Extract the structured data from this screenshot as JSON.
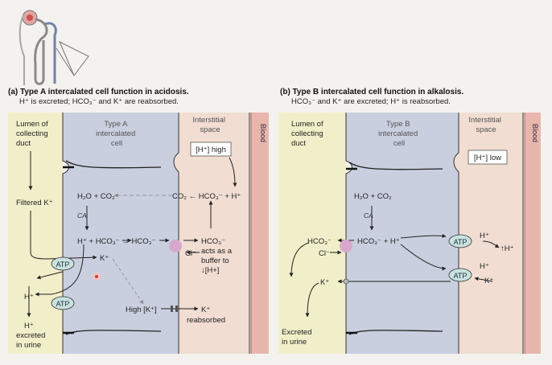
{
  "panel_a": {
    "title": "(a) Type A intercalated cell function in acidosis.",
    "subtitle": "H⁺ is excreted; HCO₃⁻ and K⁺ are reabsorbed.",
    "lumen_label": [
      "Lumen of",
      "collecting",
      "duct"
    ],
    "cell_label": [
      "Type A",
      "intercalated",
      "cell"
    ],
    "interstitial_label": [
      "Interstitial",
      "space"
    ],
    "blood_label": "Blood",
    "h_level": "[H⁺] high",
    "filtered_k": "Filtered K⁺",
    "h2o_co2": "H₂O + CO₂",
    "ca": "CA",
    "co2_hco3_h": "CO₂ ← HCO₃⁻ + H⁺",
    "reaction": "H⁺ + HCO₃⁻ → HCO₃⁻",
    "k_plus": "K⁺",
    "h_plus": "H⁺",
    "cl_minus": "Cl⁻",
    "atp_1": "ATP",
    "atp_2": "ATP",
    "buffer_text": [
      "HCO₃⁻",
      "acts as a",
      "buffer to",
      "↓[H+]"
    ],
    "high_k": "High [K⁺]",
    "k_reabsorbed": [
      "K⁺",
      "reabsorbed"
    ],
    "h_excreted": [
      "H⁺",
      "excreted",
      "in urine"
    ]
  },
  "panel_b": {
    "title": "(b) Type B intercalated cell function in alkalosis.",
    "subtitle": "HCO₃⁻ and K⁺ are excreted; H⁺ is reabsorbed.",
    "lumen_label": [
      "Lumen of",
      "collecting",
      "duct"
    ],
    "cell_label": [
      "Type B",
      "intercalated",
      "cell"
    ],
    "interstitial_label": [
      "Interstitial",
      "space"
    ],
    "blood_label": "Blood",
    "h_level": "[H⁺] low",
    "h2o_co2": "H₂O + CO₂",
    "ca": "CA",
    "hco3_lumen": "HCO₃⁻",
    "cl_minus": "Cl⁻",
    "reaction": "HCO₃⁻ + H⁺",
    "atp_1": "ATP",
    "atp_2": "ATP",
    "h_plus": "H⁺",
    "up_h": "↑H⁺",
    "k_plus": "K⁺",
    "excreted": [
      "Excreted",
      "in urine"
    ]
  },
  "colors": {
    "lumen": "#f1efc9",
    "cell": "#c9cfdf",
    "interstitial": "#f1ddd2",
    "blood": "#e9b6ae",
    "atp": "#c9e2df",
    "exchanger": "#d8a8cc"
  }
}
